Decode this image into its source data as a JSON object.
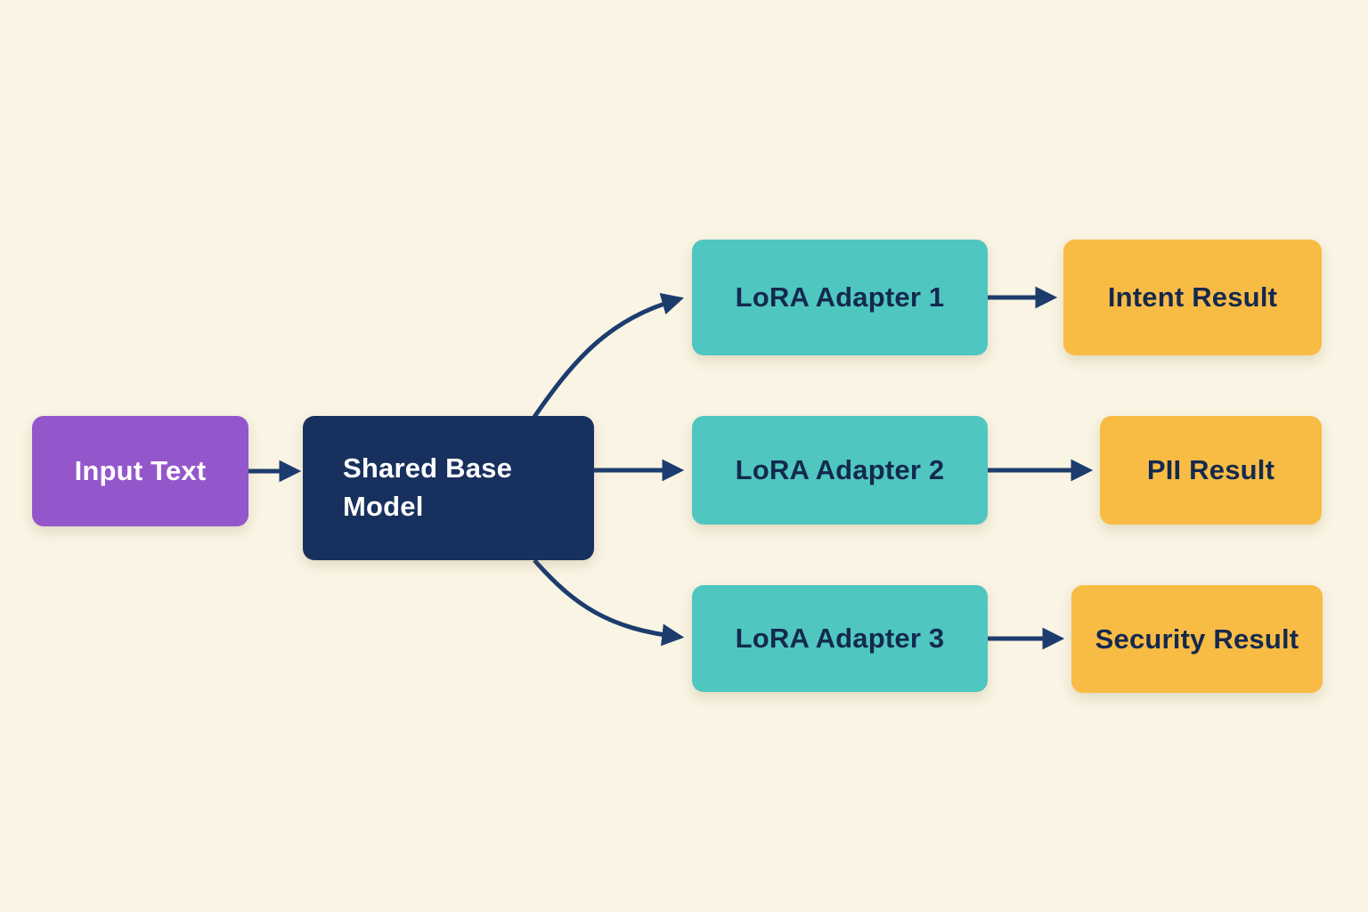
{
  "diagram": {
    "description": "Flowchart of a shared base model routing input text through three LoRA adapters to task-specific results",
    "nodes": {
      "input_text": {
        "label": "Input Text",
        "color": "#9457cb",
        "text_color": "#ffffff"
      },
      "shared_base_model": {
        "label": "Shared Base Model",
        "color": "#17305e",
        "text_color": "#ffffff"
      },
      "lora_adapter_1": {
        "label": "LoRA Adapter 1",
        "color": "#4fc7c0",
        "text_color": "#14294e"
      },
      "lora_adapter_2": {
        "label": "LoRA Adapter 2",
        "color": "#4fc7c0",
        "text_color": "#14294e"
      },
      "lora_adapter_3": {
        "label": "LoRA Adapter 3",
        "color": "#4fc7c0",
        "text_color": "#14294e"
      },
      "intent_result": {
        "label": "Intent Result",
        "color": "#f8bc45",
        "text_color": "#14294e"
      },
      "pii_result": {
        "label": "PII Result",
        "color": "#f8bc45",
        "text_color": "#14294e"
      },
      "security_result": {
        "label": "Security Result",
        "color": "#f8bc45",
        "text_color": "#14294e"
      }
    },
    "edges": [
      {
        "from": "input_text",
        "to": "shared_base_model",
        "style": "straight"
      },
      {
        "from": "shared_base_model",
        "to": "lora_adapter_1",
        "style": "curved-up"
      },
      {
        "from": "shared_base_model",
        "to": "lora_adapter_2",
        "style": "straight"
      },
      {
        "from": "shared_base_model",
        "to": "lora_adapter_3",
        "style": "curved-down"
      },
      {
        "from": "lora_adapter_1",
        "to": "intent_result",
        "style": "straight"
      },
      {
        "from": "lora_adapter_2",
        "to": "pii_result",
        "style": "straight"
      },
      {
        "from": "lora_adapter_3",
        "to": "security_result",
        "style": "straight"
      }
    ],
    "colors": {
      "background": "#f9f4e4",
      "arrow": "#1d3c6e"
    }
  }
}
